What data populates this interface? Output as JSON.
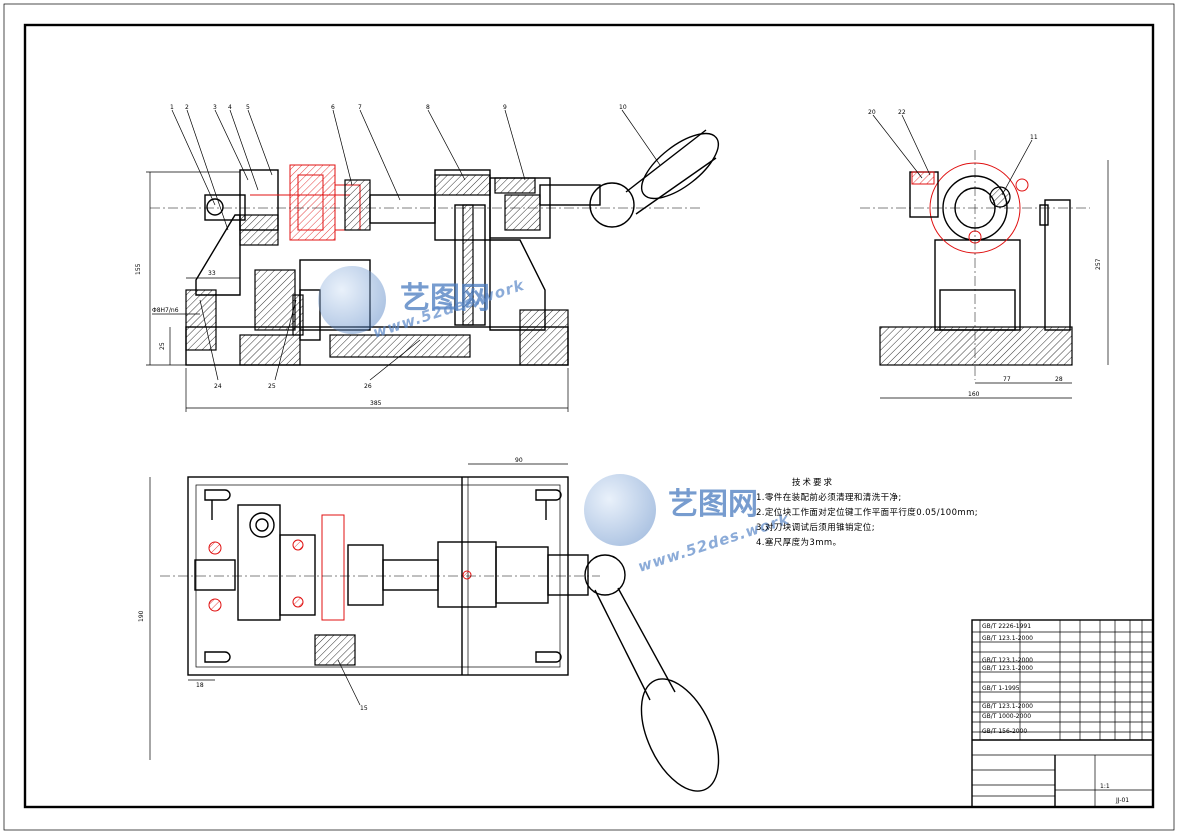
{
  "drawing": {
    "accent_red": "#e01010",
    "watermark_color": "#4a7cc0"
  },
  "watermarks": [
    {
      "name": "艺图网",
      "url": "www.52des.work"
    },
    {
      "name": "艺图网",
      "url": "www.52des.work"
    }
  ],
  "technical_requirements": {
    "title": "技术要求",
    "items": [
      "1.零件在装配前必须清理和清洗干净;",
      "2.定位块工作面对定位键工作平面平行度0.05/100mm;",
      "3.对刀块调试后须用锥销定位;",
      "4.塞尺厚度为3mm。"
    ]
  },
  "dimensions": {
    "front_total_length": "385",
    "front_height": "155",
    "front_offset": "33",
    "front_base": "25",
    "front_fit": "Φ8H7/n6",
    "side_width": "160",
    "side_height": "257",
    "side_center": "77",
    "side_right": "28",
    "top_depth": "190",
    "top_width": "90",
    "top_slot": "18"
  },
  "balloons": {
    "front": [
      "1",
      "2",
      "3",
      "4",
      "5",
      "6",
      "7",
      "8",
      "9",
      "10",
      "24",
      "25",
      "26"
    ],
    "side": [
      "20",
      "22",
      "11"
    ],
    "top": [
      "15"
    ]
  },
  "title_block": {
    "std_codes": [
      "GB/T 2226-1991",
      "GB/T 123.1-2000",
      "GB/T 123.1-2000",
      "GB/T 123.1-2000",
      "GB/T 1-1995",
      "GB/T 123.1-2000",
      "GB/T 1000-2000",
      "GB/T 156-2000"
    ],
    "scale": "1:1",
    "drawing_no": "JJ-01"
  }
}
